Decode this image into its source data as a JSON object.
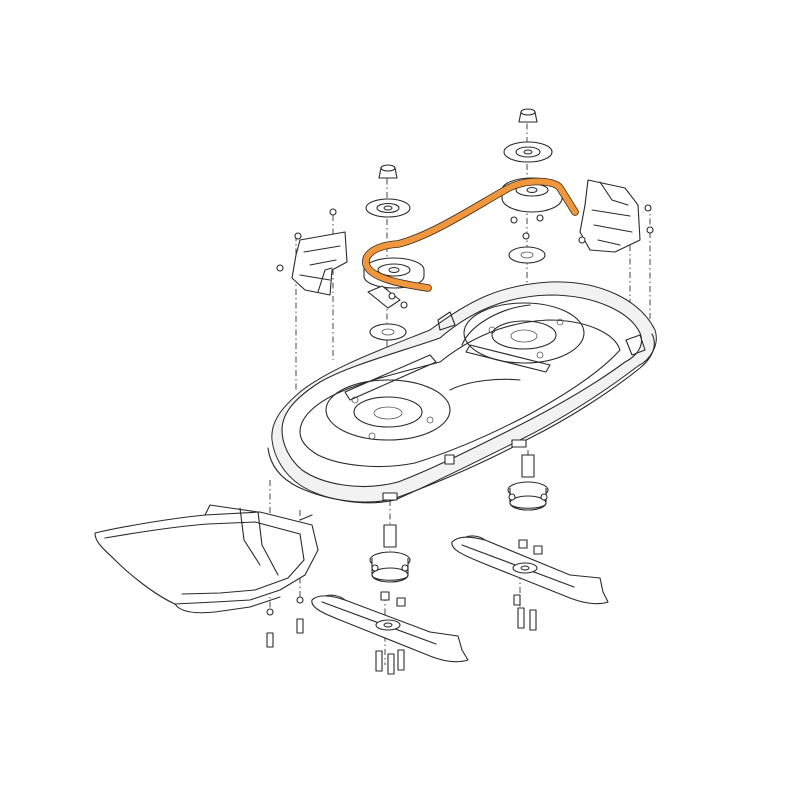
{
  "diagram": {
    "colors": {
      "belt": "#F0963C",
      "line": "#2A2A2A",
      "background": "#FFFFFF"
    },
    "parts": [
      "mower-deck",
      "drive-belt",
      "idler-pulley-left",
      "idler-pulley-right",
      "spindle-pulley-left",
      "spindle-pulley-right",
      "belt-guard-bracket-left",
      "belt-guard-bracket-right",
      "discharge-chute",
      "blade-left",
      "blade-right",
      "spindle-assembly-left",
      "spindle-assembly-right"
    ]
  }
}
